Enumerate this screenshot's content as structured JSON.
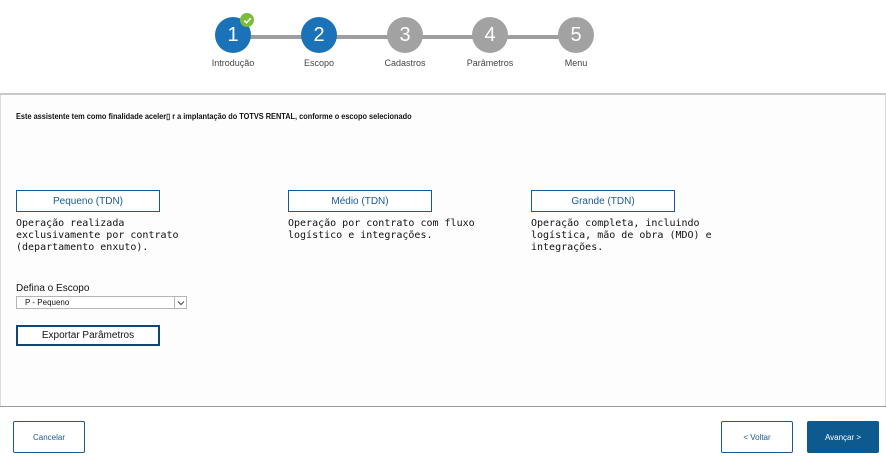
{
  "stepper": {
    "steps": [
      {
        "number": "1",
        "label": "Introdução",
        "state": "completed"
      },
      {
        "number": "2",
        "label": "Escopo",
        "state": "active"
      },
      {
        "number": "3",
        "label": "Cadastros",
        "state": "inactive"
      },
      {
        "number": "4",
        "label": "Parâmetros",
        "state": "inactive"
      },
      {
        "number": "5",
        "label": "Menu",
        "state": "inactive"
      }
    ],
    "completed_icon": "check-icon"
  },
  "main": {
    "intro_text": "Este assistente tem como finalidade aceler▯ r a implantação do TOTVS RENTAL, conforme o escopo selecionado",
    "options": [
      {
        "label": "Pequeno (TDN)",
        "description_lines": [
          "Operação realizada",
          "exclusivamente por contrato",
          "(departamento enxuto)."
        ]
      },
      {
        "label": "Médio (TDN)",
        "description_lines": [
          "Operação por contrato com fluxo",
          "logístico e integrações."
        ]
      },
      {
        "label": "Grande (TDN)",
        "description_lines": [
          "Operação completa, incluindo",
          "logística, mão de obra (MDO) e",
          "integrações."
        ]
      }
    ],
    "scope": {
      "label": "Defina o Escopo",
      "selected": "P - Pequeno"
    },
    "export_label": "Exportar Parâmetros"
  },
  "footer": {
    "cancel_label": "Cancelar",
    "back_label": "< Voltar",
    "next_label": "Avançar >"
  },
  "colors": {
    "active_step": "#1a73b8",
    "inactive_step": "#a2a2a2",
    "completed_check": "#7cbc3b",
    "primary_button": "#0e5a8f"
  }
}
